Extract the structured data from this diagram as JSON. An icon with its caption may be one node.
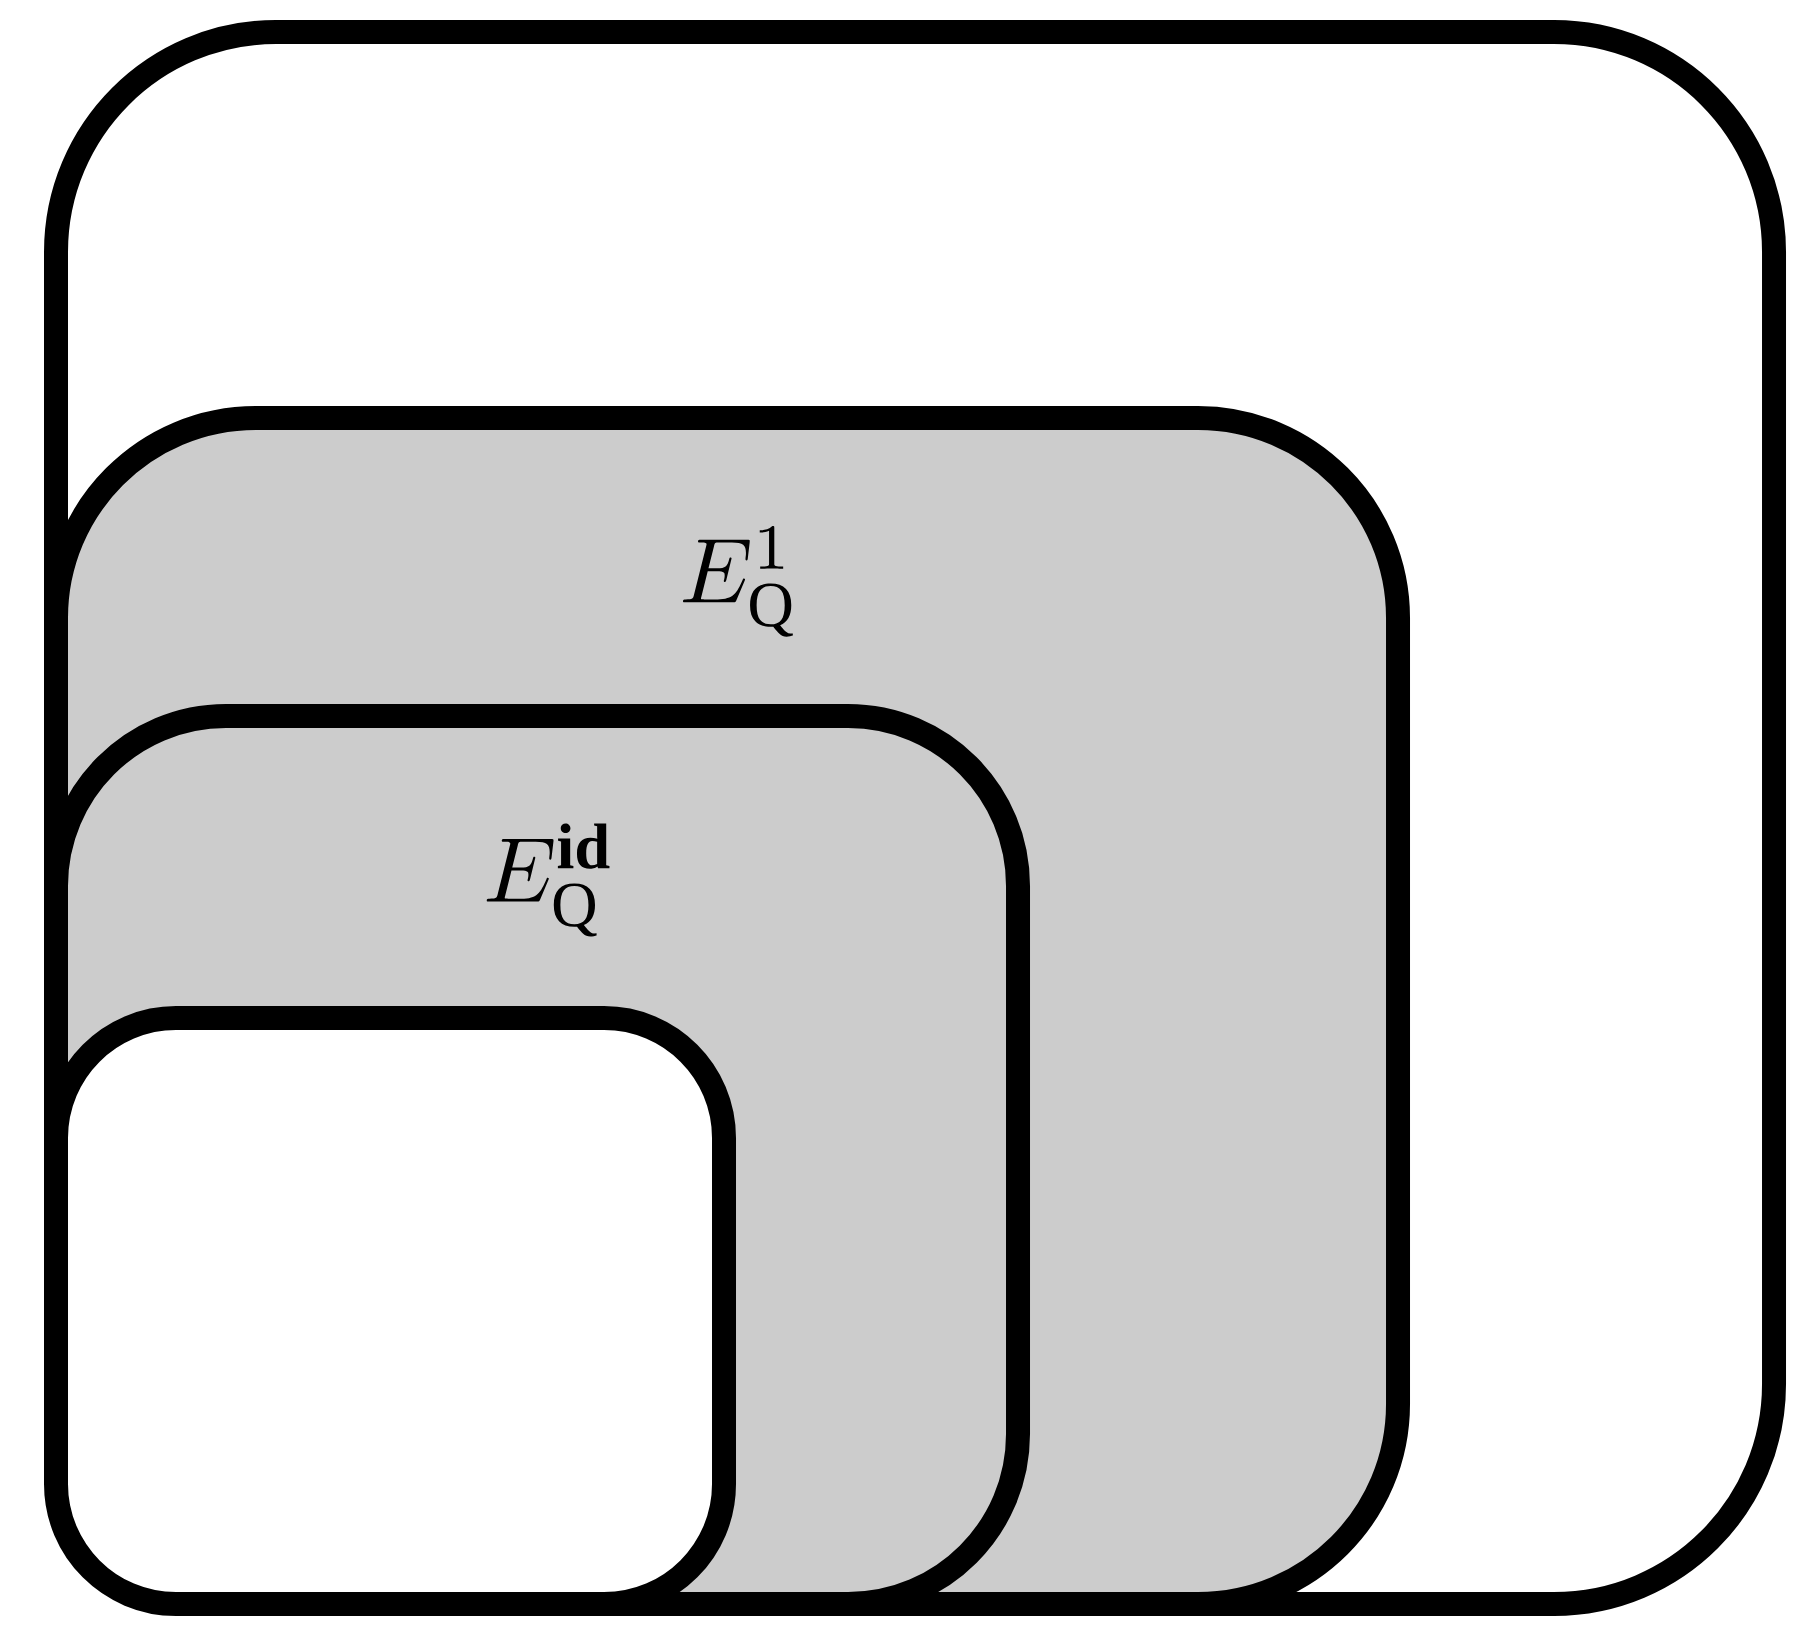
{
  "diagram": {
    "nodes": [
      {
        "text": [],
        "shape": "box"
      },
      {
        "text": [
          "E_{\\mathrm{Q}}^{1}"
        ],
        "in": 0
      },
      {
        "text": [
          "E_{\\mathrm{Q}}^{\\mathbf{id}}"
        ],
        "in": 1
      },
      {
        "text": [],
        "shape": "box",
        "in": 2
      }
    ]
  }
}
